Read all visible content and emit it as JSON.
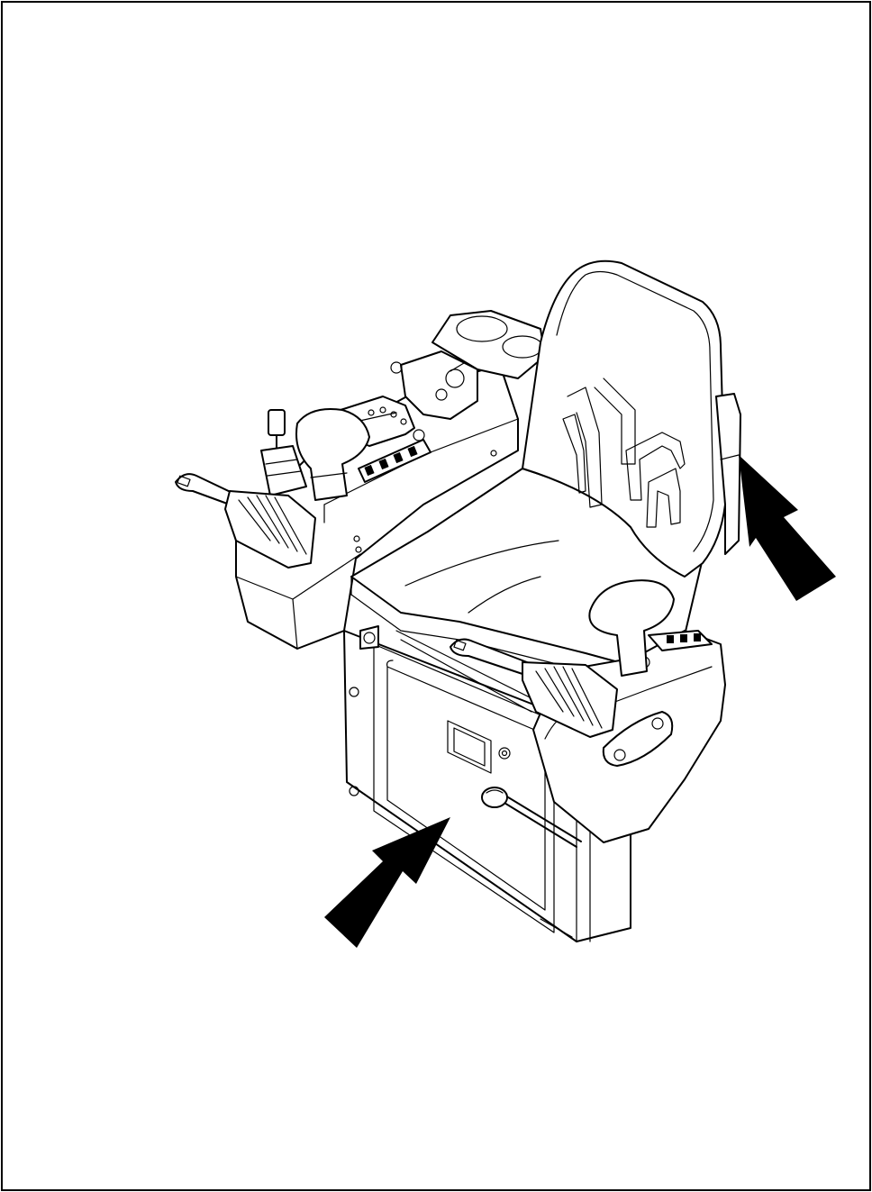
{
  "figure": {
    "subject": "operator-seat-console",
    "colors": {
      "line": "#000000",
      "background": "#ffffff"
    },
    "arrows": [
      {
        "name": "arrow-seat-back",
        "direction": "up-left"
      },
      {
        "name": "arrow-seat-base",
        "direction": "up-right"
      }
    ]
  }
}
